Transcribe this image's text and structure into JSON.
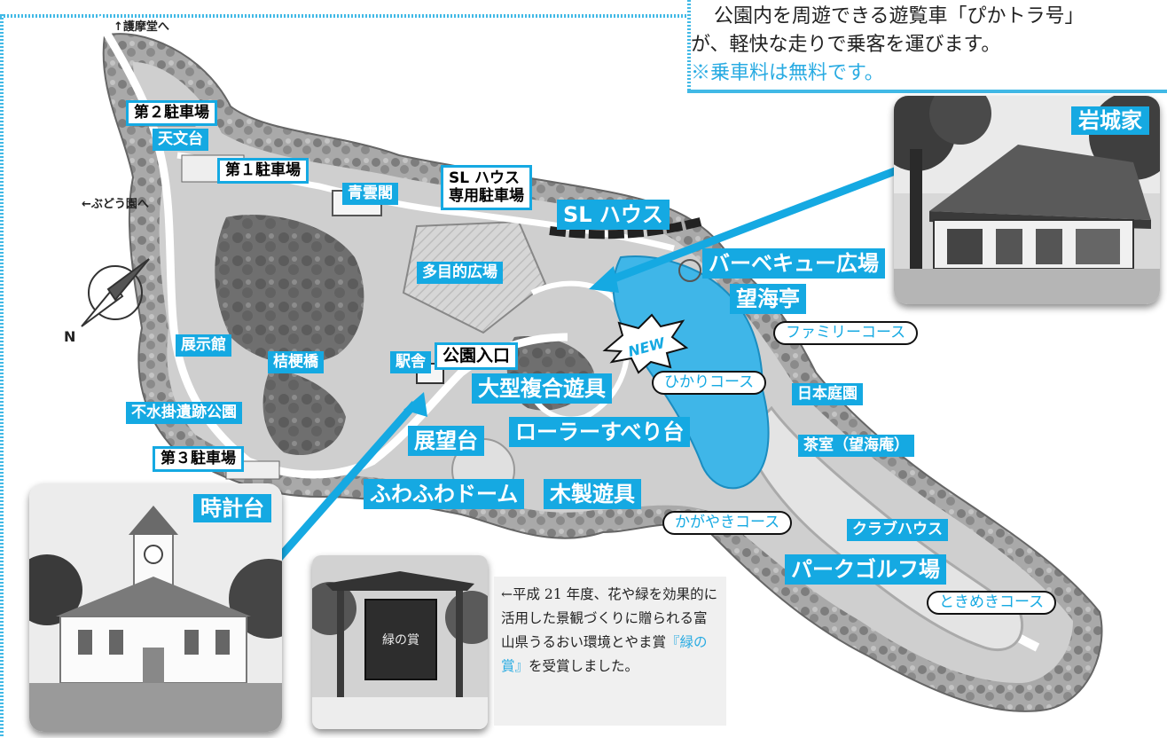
{
  "info": {
    "line1": "公園内を周遊できる遊覧車「ぴかトラ号」",
    "line2": "が、軽快な走りで乗客を運びます。",
    "note": "※乗車料は無料です。"
  },
  "directions": {
    "north": "↑護摩堂へ",
    "west": "←ぶどう園へ",
    "compass_letter": "N"
  },
  "labels": {
    "parking2": "第２駐車場",
    "parking1": "第１駐車場",
    "observatory": "天文台",
    "seiunkaku": "青雲閣",
    "sl_parking_line1": "SL ハウス",
    "sl_parking_line2": "専用駐車場",
    "sl_house": "SL ハウス",
    "bbq": "バーベキュー広場",
    "bokaitei": "望海亭",
    "multipurpose": "多目的広場",
    "exhibition": "展示館",
    "kikyobashi": "桔梗橋",
    "station": "駅舎",
    "entrance": "公園入口",
    "playground": "大型複合遊具",
    "ruins": "不水掛遺跡公園",
    "parking3": "第３駐車場",
    "observation": "展望台",
    "roller_slide": "ローラーすべり台",
    "fuwafuwa": "ふわふわドーム",
    "wooden": "木製遊具",
    "japanese_garden": "日本庭園",
    "teahouse": "茶室（望海庵）",
    "clubhouse": "クラブハウス",
    "parkgolf": "パークゴルフ場",
    "new_badge": "NEW"
  },
  "courses": {
    "family": "ファミリーコース",
    "hikari": "ひかりコース",
    "kagayaki": "かがやきコース",
    "tokimeki": "ときめきコース"
  },
  "photos": {
    "iwashiro": "岩城家",
    "clocktower": "時計台"
  },
  "award": {
    "text_before": "←平成 21 年度、花や緑を効果的に活用した景観づくりに贈られる富山県うるおい環境とやま賞",
    "highlight": "『緑の賞』",
    "text_after": "を受賞しました。",
    "sign_text": "緑の賞"
  },
  "colors": {
    "accent": "#15a9e2",
    "pond": "#3fb6e8",
    "park_ground": "#c9c9c9",
    "trees": "#8f8f8f"
  }
}
